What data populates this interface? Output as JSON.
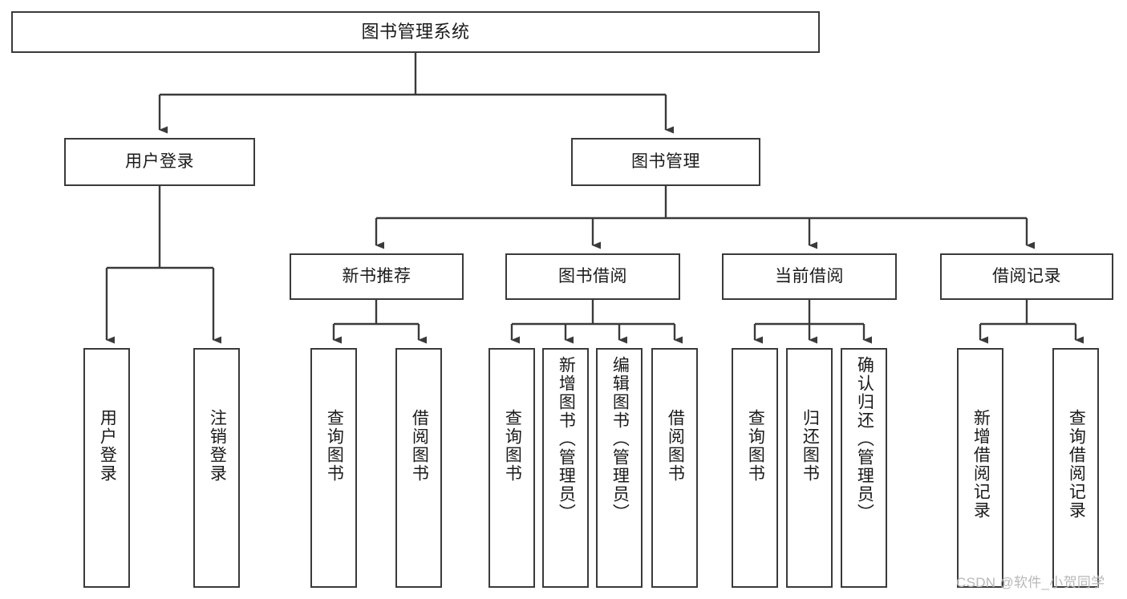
{
  "diagram": {
    "title": "图书管理系统",
    "type": "functional-structure-tree",
    "stroke_color": "#3a3a3a",
    "text_color": "#1a1a1a",
    "background": "#ffffff"
  },
  "root": {
    "label": "图书管理系统"
  },
  "level2": [
    {
      "label": "用户登录"
    },
    {
      "label": "图书管理"
    }
  ],
  "level3": [
    {
      "label": "新书推荐"
    },
    {
      "label": "图书借阅"
    },
    {
      "label": "当前借阅"
    },
    {
      "label": "借阅记录"
    }
  ],
  "leaves": {
    "user_login": [
      {
        "label": "用户登录"
      },
      {
        "label": "注销登录"
      }
    ],
    "new_book_recommend": [
      {
        "label": "查询图书"
      },
      {
        "label": "借阅图书"
      }
    ],
    "book_borrow": [
      {
        "label": "查询图书"
      },
      {
        "label": "新增图书（管理员）"
      },
      {
        "label": "编辑图书（管理员）"
      },
      {
        "label": "借阅图书"
      }
    ],
    "current_borrow": [
      {
        "label": "查询图书"
      },
      {
        "label": "归还图书"
      },
      {
        "label": "确认归还（管理员）"
      }
    ],
    "borrow_record": [
      {
        "label": "新增借阅记录"
      },
      {
        "label": "查询借阅记录"
      }
    ]
  },
  "watermark": {
    "text": "CSDN @软件_小贺同学"
  }
}
